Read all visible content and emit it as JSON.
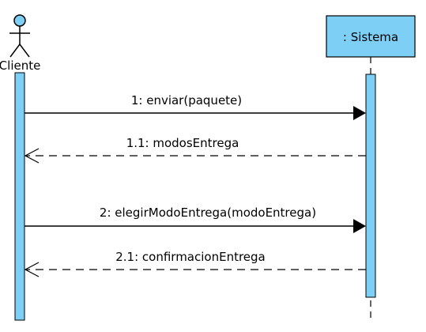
{
  "colors": {
    "box_fill": "#7ecff5",
    "line": "#000000",
    "background": "#ffffff"
  },
  "actors": [
    {
      "id": "cliente",
      "label": "Cliente",
      "shape": "stick-figure"
    },
    {
      "id": "sistema",
      "label": ": Sistema",
      "shape": "box"
    }
  ],
  "messages": [
    {
      "label": "1: enviar(paquete)",
      "from": "cliente",
      "to": "sistema",
      "type": "sync"
    },
    {
      "label": "1.1: modosEntrega",
      "from": "sistema",
      "to": "cliente",
      "type": "return"
    },
    {
      "label": "2: elegirModoEntrega(modoEntrega)",
      "from": "cliente",
      "to": "sistema",
      "type": "sync"
    },
    {
      "label": "2.1: confirmacionEntrega",
      "from": "sistema",
      "to": "cliente",
      "type": "return"
    }
  ]
}
